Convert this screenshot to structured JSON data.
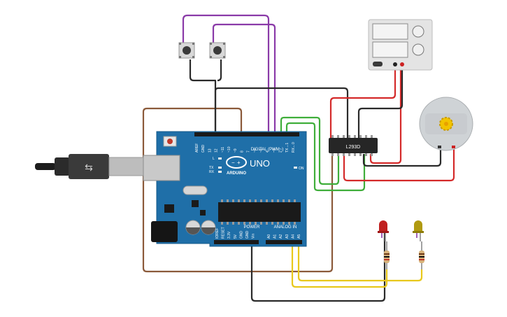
{
  "board": {
    "brand": "ARDUINO",
    "model": "UNO",
    "digital_header": "DIGITAL (PWM~)",
    "power_header": "POWER",
    "analog_header": "ANALOG IN",
    "on_label": "ON",
    "l_label": "L",
    "tx_label": "TX",
    "rx_label": "RX",
    "digital_pins": [
      "AREF",
      "GND",
      "13",
      "12",
      "~11",
      "~10",
      "~9",
      "8",
      "7",
      "~6",
      "~5",
      "4",
      "~3",
      "2",
      "TX→1",
      "RX←0"
    ],
    "power_pins": [
      "IOREF",
      "RESET",
      "3.3V",
      "5V",
      "GND",
      "GND",
      "Vin"
    ],
    "analog_pins": [
      "A0",
      "A1",
      "A2",
      "A3",
      "A4",
      "A5"
    ]
  },
  "driver_chip": {
    "label": "L293D"
  },
  "colors": {
    "board_blue": "#1f6fa8",
    "wire_purple": "#8a3aa8",
    "wire_black": "#2a2a2a",
    "wire_red": "#d42a2a",
    "wire_green": "#3fae3a",
    "wire_yellow": "#e8c81c",
    "wire_brown": "#8b5a3a",
    "led_red": "#c0201f",
    "led_yellow": "#b09a10"
  }
}
